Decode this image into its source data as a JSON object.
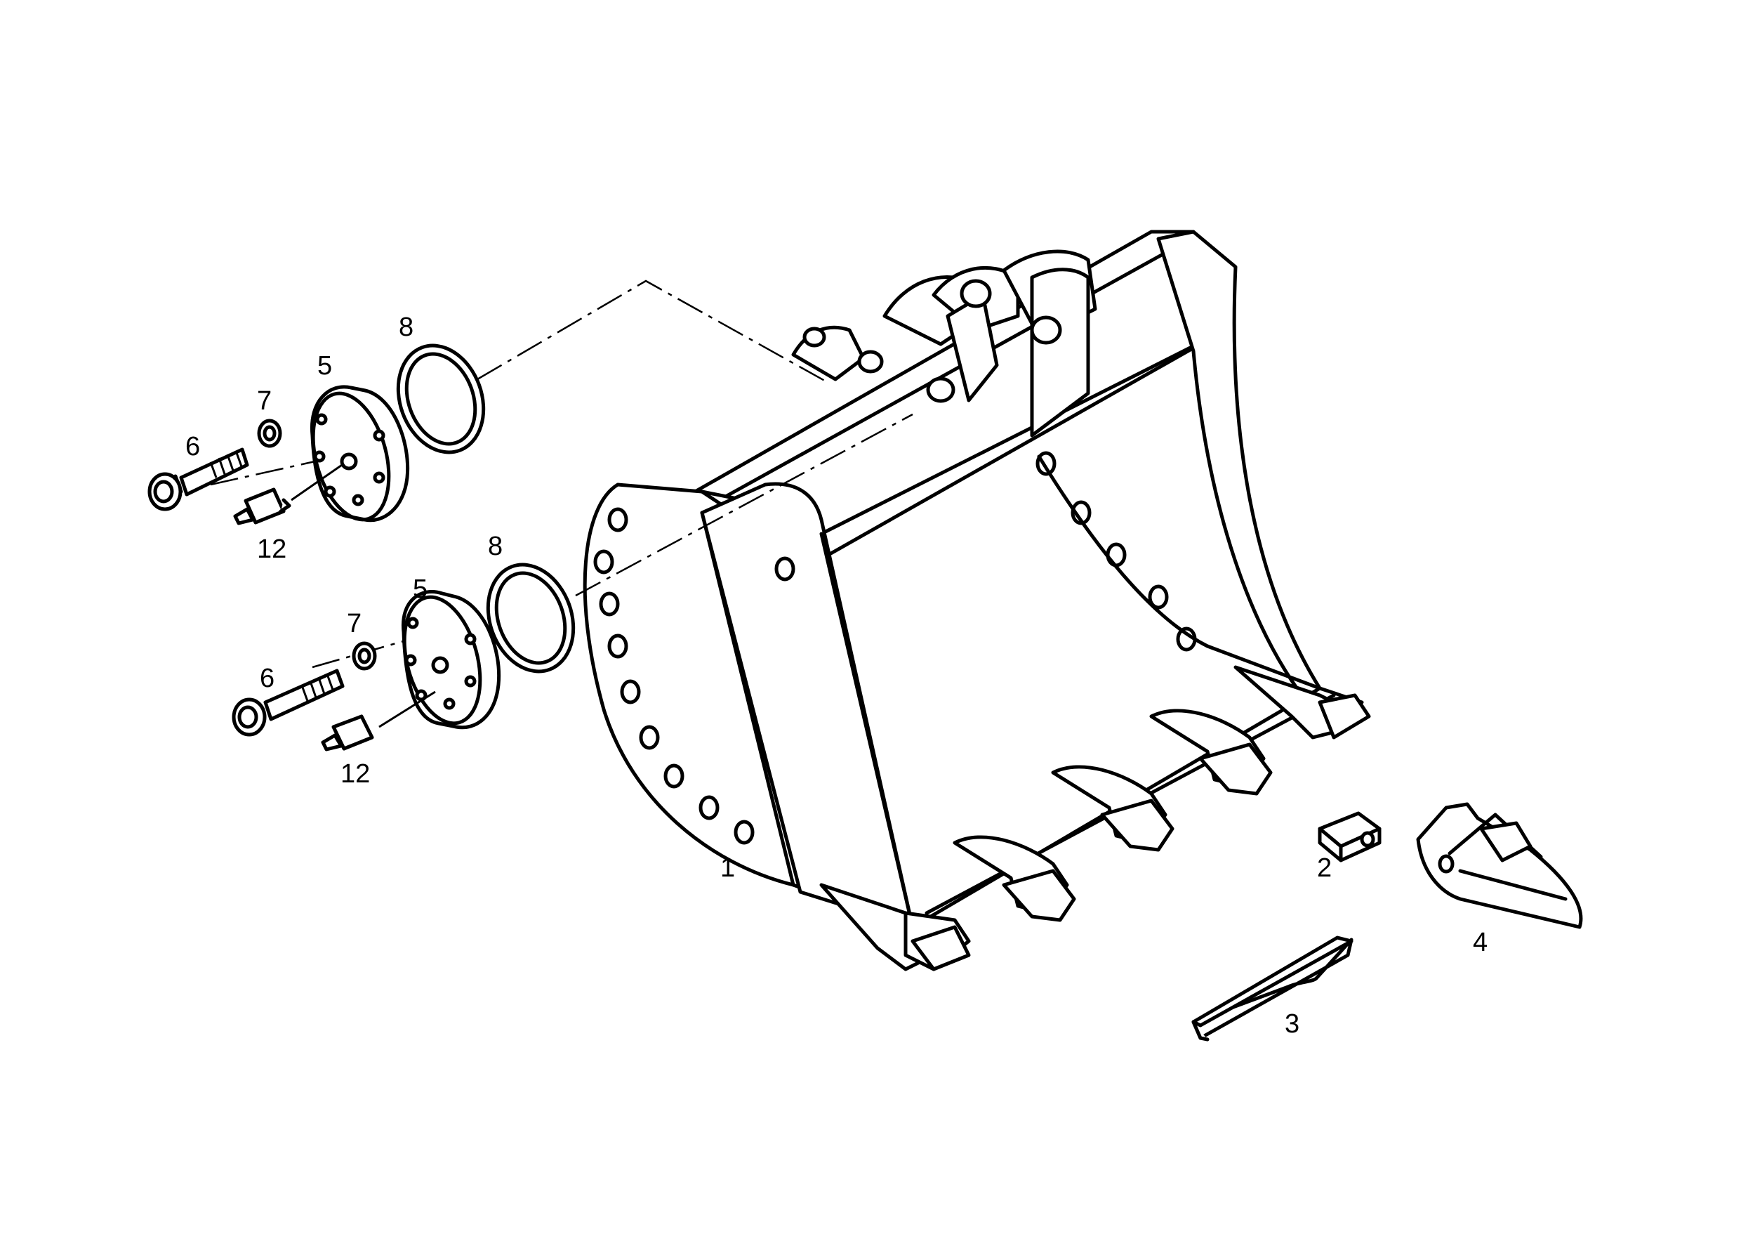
{
  "diagram": {
    "type": "exploded parts drawing",
    "callouts": [
      {
        "id": "bucket",
        "text": "1"
      },
      {
        "id": "tooth-adapter-pin",
        "text": "2"
      },
      {
        "id": "cutting-edge-bar",
        "text": "3"
      },
      {
        "id": "tooth-tip",
        "text": "4"
      },
      {
        "id": "cover-plate-upper",
        "text": "5"
      },
      {
        "id": "cover-plate-lower",
        "text": "5"
      },
      {
        "id": "bolt-upper",
        "text": "6"
      },
      {
        "id": "bolt-lower",
        "text": "6"
      },
      {
        "id": "washer-upper",
        "text": "7"
      },
      {
        "id": "washer-lower",
        "text": "7"
      },
      {
        "id": "oring-upper",
        "text": "8"
      },
      {
        "id": "oring-lower",
        "text": "8"
      },
      {
        "id": "grease-nipple-upper",
        "text": "12"
      },
      {
        "id": "grease-nipple-lower",
        "text": "12"
      }
    ]
  }
}
